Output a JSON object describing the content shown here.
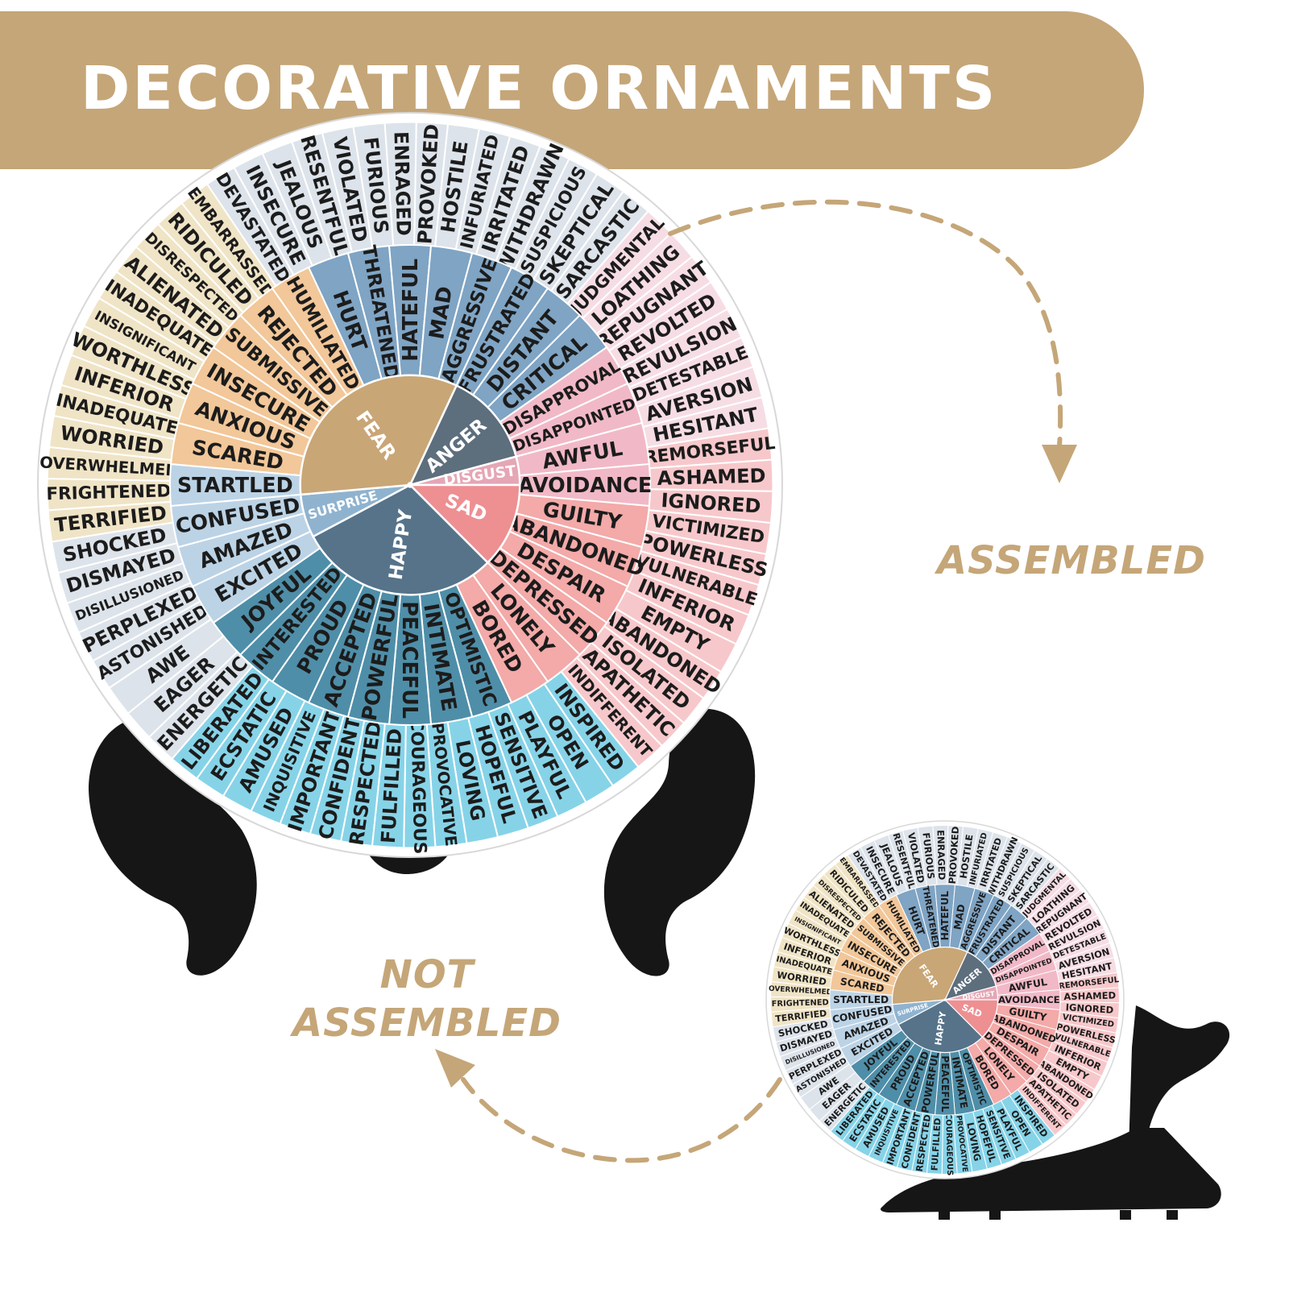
{
  "banner": {
    "title": "DECORATIVE ORNAMENTS"
  },
  "captions": {
    "assembled": "ASSEMBLED",
    "not_assembled_line1": "NOT",
    "not_assembled_line2": "ASSEMBLED"
  },
  "colors": {
    "banner": "#c5a678",
    "caption": "#c5a678",
    "stand": "#161616",
    "fear": "#c9a676",
    "anger": "#5d6e7d",
    "disgust": "#e5a6b5",
    "sad": "#ee8f92",
    "happy": "#56738a",
    "surprise": "#8fb3cf"
  },
  "wheel": {
    "core": [
      {
        "label": "ANGER",
        "color": "#5d6e7d"
      },
      {
        "label": "DISGUST",
        "color": "#e5a6b5"
      },
      {
        "label": "SAD",
        "color": "#ee8f92"
      },
      {
        "label": "HAPPY",
        "color": "#56738a"
      },
      {
        "label": "SURPRISE",
        "color": "#8fb3cf"
      },
      {
        "label": "FEAR",
        "color": "#c9a676"
      }
    ],
    "middle": [
      {
        "label": "HURT",
        "color": "#7fa4c4"
      },
      {
        "label": "THREATENED",
        "color": "#7fa4c4"
      },
      {
        "label": "HATEFUL",
        "color": "#7fa4c4"
      },
      {
        "label": "MAD",
        "color": "#7fa4c4"
      },
      {
        "label": "AGGRESSIVE",
        "color": "#7fa4c4"
      },
      {
        "label": "FRUSTRATED",
        "color": "#7fa4c4"
      },
      {
        "label": "DISTANT",
        "color": "#7fa4c4"
      },
      {
        "label": "CRITICAL",
        "color": "#7fa4c4"
      },
      {
        "label": "DISAPPROVAL",
        "color": "#f1b9c7"
      },
      {
        "label": "DISAPPOINTED",
        "color": "#f1b9c7"
      },
      {
        "label": "AWFUL",
        "color": "#f1b9c7"
      },
      {
        "label": "AVOIDANCE",
        "color": "#f1b9c7"
      },
      {
        "label": "GUILTY",
        "color": "#f3aaa8"
      },
      {
        "label": "ABANDONED",
        "color": "#f3aaa8"
      },
      {
        "label": "DESPAIR",
        "color": "#f3aaa8"
      },
      {
        "label": "DEPRESSED",
        "color": "#f3aaa8"
      },
      {
        "label": "LONELY",
        "color": "#f3aaa8"
      },
      {
        "label": "BORED",
        "color": "#f3aaa8"
      },
      {
        "label": "OPTIMISTIC",
        "color": "#4f8ea8"
      },
      {
        "label": "INTIMATE",
        "color": "#4f8ea8"
      },
      {
        "label": "PEACEFUL",
        "color": "#4f8ea8"
      },
      {
        "label": "POWERFUL",
        "color": "#4f8ea8"
      },
      {
        "label": "ACCEPTED",
        "color": "#4f8ea8"
      },
      {
        "label": "PROUD",
        "color": "#4f8ea8"
      },
      {
        "label": "INTERESTED",
        "color": "#4f8ea8"
      },
      {
        "label": "JOYFUL",
        "color": "#4f8ea8"
      },
      {
        "label": "EXCITED",
        "color": "#bcd3e6"
      },
      {
        "label": "AMAZED",
        "color": "#bcd3e6"
      },
      {
        "label": "CONFUSED",
        "color": "#bcd3e6"
      },
      {
        "label": "STARTLED",
        "color": "#bcd3e6"
      },
      {
        "label": "SCARED",
        "color": "#f2c799"
      },
      {
        "label": "ANXIOUS",
        "color": "#f2c799"
      },
      {
        "label": "INSECURE",
        "color": "#f2c799"
      },
      {
        "label": "SUBMISSIVE",
        "color": "#f2c799"
      },
      {
        "label": "REJECTED",
        "color": "#f2c799"
      },
      {
        "label": "HUMILIATED",
        "color": "#f2c799"
      }
    ],
    "outer": [
      {
        "label": "DEVASTATED",
        "color": "#dde3ea"
      },
      {
        "label": "INSECURE",
        "color": "#dde3ea"
      },
      {
        "label": "JEALOUS",
        "color": "#dde3ea"
      },
      {
        "label": "RESENTFUL",
        "color": "#dde3ea"
      },
      {
        "label": "VIOLATED",
        "color": "#dde3ea"
      },
      {
        "label": "FURIOUS",
        "color": "#dde3ea"
      },
      {
        "label": "ENRAGED",
        "color": "#dde3ea"
      },
      {
        "label": "PROVOKED",
        "color": "#dde3ea"
      },
      {
        "label": "HOSTILE",
        "color": "#dde3ea"
      },
      {
        "label": "INFURIATED",
        "color": "#dde3ea"
      },
      {
        "label": "IRRITATED",
        "color": "#dde3ea"
      },
      {
        "label": "WITHDRAWN",
        "color": "#dde3ea"
      },
      {
        "label": "SUSPICIOUS",
        "color": "#dde3ea"
      },
      {
        "label": "SKEPTICAL",
        "color": "#dde3ea"
      },
      {
        "label": "SARCASTIC",
        "color": "#dde3ea"
      },
      {
        "label": "JUDGMENTAL",
        "color": "#f6dde4"
      },
      {
        "label": "LOATHING",
        "color": "#f6dde4"
      },
      {
        "label": "REPUGNANT",
        "color": "#f6dde4"
      },
      {
        "label": "REVOLTED",
        "color": "#f6dde4"
      },
      {
        "label": "REVULSION",
        "color": "#f6dde4"
      },
      {
        "label": "DETESTABLE",
        "color": "#f6dde4"
      },
      {
        "label": "AVERSION",
        "color": "#f6dde4"
      },
      {
        "label": "HESITANT",
        "color": "#f6dde4"
      },
      {
        "label": "REMORSEFUL",
        "color": "#f7c8cb"
      },
      {
        "label": "ASHAMED",
        "color": "#f7c8cb"
      },
      {
        "label": "IGNORED",
        "color": "#f7c8cb"
      },
      {
        "label": "VICTIMIZED",
        "color": "#f7c8cb"
      },
      {
        "label": "POWERLESS",
        "color": "#f7c8cb"
      },
      {
        "label": "VULNERABLE",
        "color": "#f7c8cb"
      },
      {
        "label": "INFERIOR",
        "color": "#f7c8cb"
      },
      {
        "label": "EMPTY",
        "color": "#f7c8cb"
      },
      {
        "label": "ABANDONED",
        "color": "#f7c8cb"
      },
      {
        "label": "ISOLATED",
        "color": "#f7c8cb"
      },
      {
        "label": "APATHETIC",
        "color": "#f7c8cb"
      },
      {
        "label": "INDIFFERENT",
        "color": "#f7c8cb"
      },
      {
        "label": "INSPIRED",
        "color": "#86d3e8"
      },
      {
        "label": "OPEN",
        "color": "#86d3e8"
      },
      {
        "label": "PLAYFUL",
        "color": "#86d3e8"
      },
      {
        "label": "SENSITIVE",
        "color": "#86d3e8"
      },
      {
        "label": "HOPEFUL",
        "color": "#86d3e8"
      },
      {
        "label": "LOVING",
        "color": "#86d3e8"
      },
      {
        "label": "PROVOCATIVE",
        "color": "#86d3e8"
      },
      {
        "label": "COURAGEOUS",
        "color": "#86d3e8"
      },
      {
        "label": "FULFILLED",
        "color": "#86d3e8"
      },
      {
        "label": "RESPECTED",
        "color": "#86d3e8"
      },
      {
        "label": "CONFIDENT",
        "color": "#86d3e8"
      },
      {
        "label": "IMPORTANT",
        "color": "#86d3e8"
      },
      {
        "label": "INQUISITIVE",
        "color": "#86d3e8"
      },
      {
        "label": "AMUSED",
        "color": "#86d3e8"
      },
      {
        "label": "ECSTATIC",
        "color": "#86d3e8"
      },
      {
        "label": "LIBERATED",
        "color": "#86d3e8"
      },
      {
        "label": "ENERGETIC",
        "color": "#dde3ea"
      },
      {
        "label": "EAGER",
        "color": "#dde3ea"
      },
      {
        "label": "AWE",
        "color": "#dde3ea"
      },
      {
        "label": "ASTONISHED",
        "color": "#dde3ea"
      },
      {
        "label": "PERPLEXED",
        "color": "#dde3ea"
      },
      {
        "label": "DISILLUSIONED",
        "color": "#dde3ea"
      },
      {
        "label": "DISMAYED",
        "color": "#dde3ea"
      },
      {
        "label": "SHOCKED",
        "color": "#dde3ea"
      },
      {
        "label": "TERRIFIED",
        "color": "#f0e4c6"
      },
      {
        "label": "FRIGHTENED",
        "color": "#f0e4c6"
      },
      {
        "label": "OVERWHELMED",
        "color": "#f0e4c6"
      },
      {
        "label": "WORRIED",
        "color": "#f0e4c6"
      },
      {
        "label": "INADEQUATE",
        "color": "#f0e4c6"
      },
      {
        "label": "INFERIOR",
        "color": "#f0e4c6"
      },
      {
        "label": "WORTHLESS",
        "color": "#f0e4c6"
      },
      {
        "label": "INSIGNIFICANT",
        "color": "#f0e4c6"
      },
      {
        "label": "INADEQUATE",
        "color": "#f0e4c6"
      },
      {
        "label": "ALIENATED",
        "color": "#f0e4c6"
      },
      {
        "label": "DISRESPECTED",
        "color": "#f0e4c6"
      },
      {
        "label": "RIDICULED",
        "color": "#f0e4c6"
      },
      {
        "label": "EMBARRASSED",
        "color": "#f0e4c6"
      }
    ]
  }
}
